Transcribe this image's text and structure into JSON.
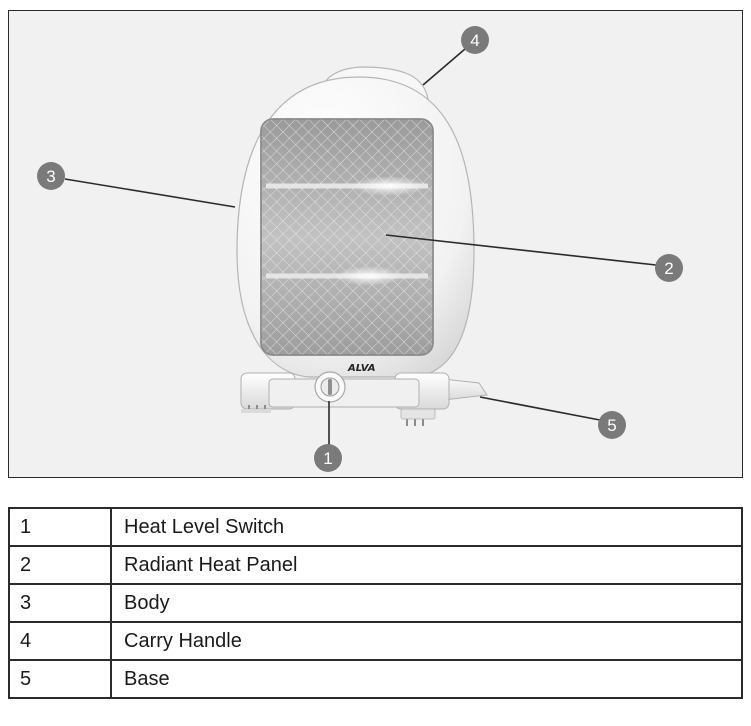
{
  "brand": "ALVA",
  "callouts": [
    "1",
    "2",
    "3",
    "4",
    "5"
  ],
  "legend": [
    {
      "number": "1",
      "label": "Heat Level Switch"
    },
    {
      "number": "2",
      "label": "Radiant Heat Panel"
    },
    {
      "number": "3",
      "label": "Body"
    },
    {
      "number": "4",
      "label": "Carry Handle"
    },
    {
      "number": "5",
      "label": "Base"
    }
  ]
}
